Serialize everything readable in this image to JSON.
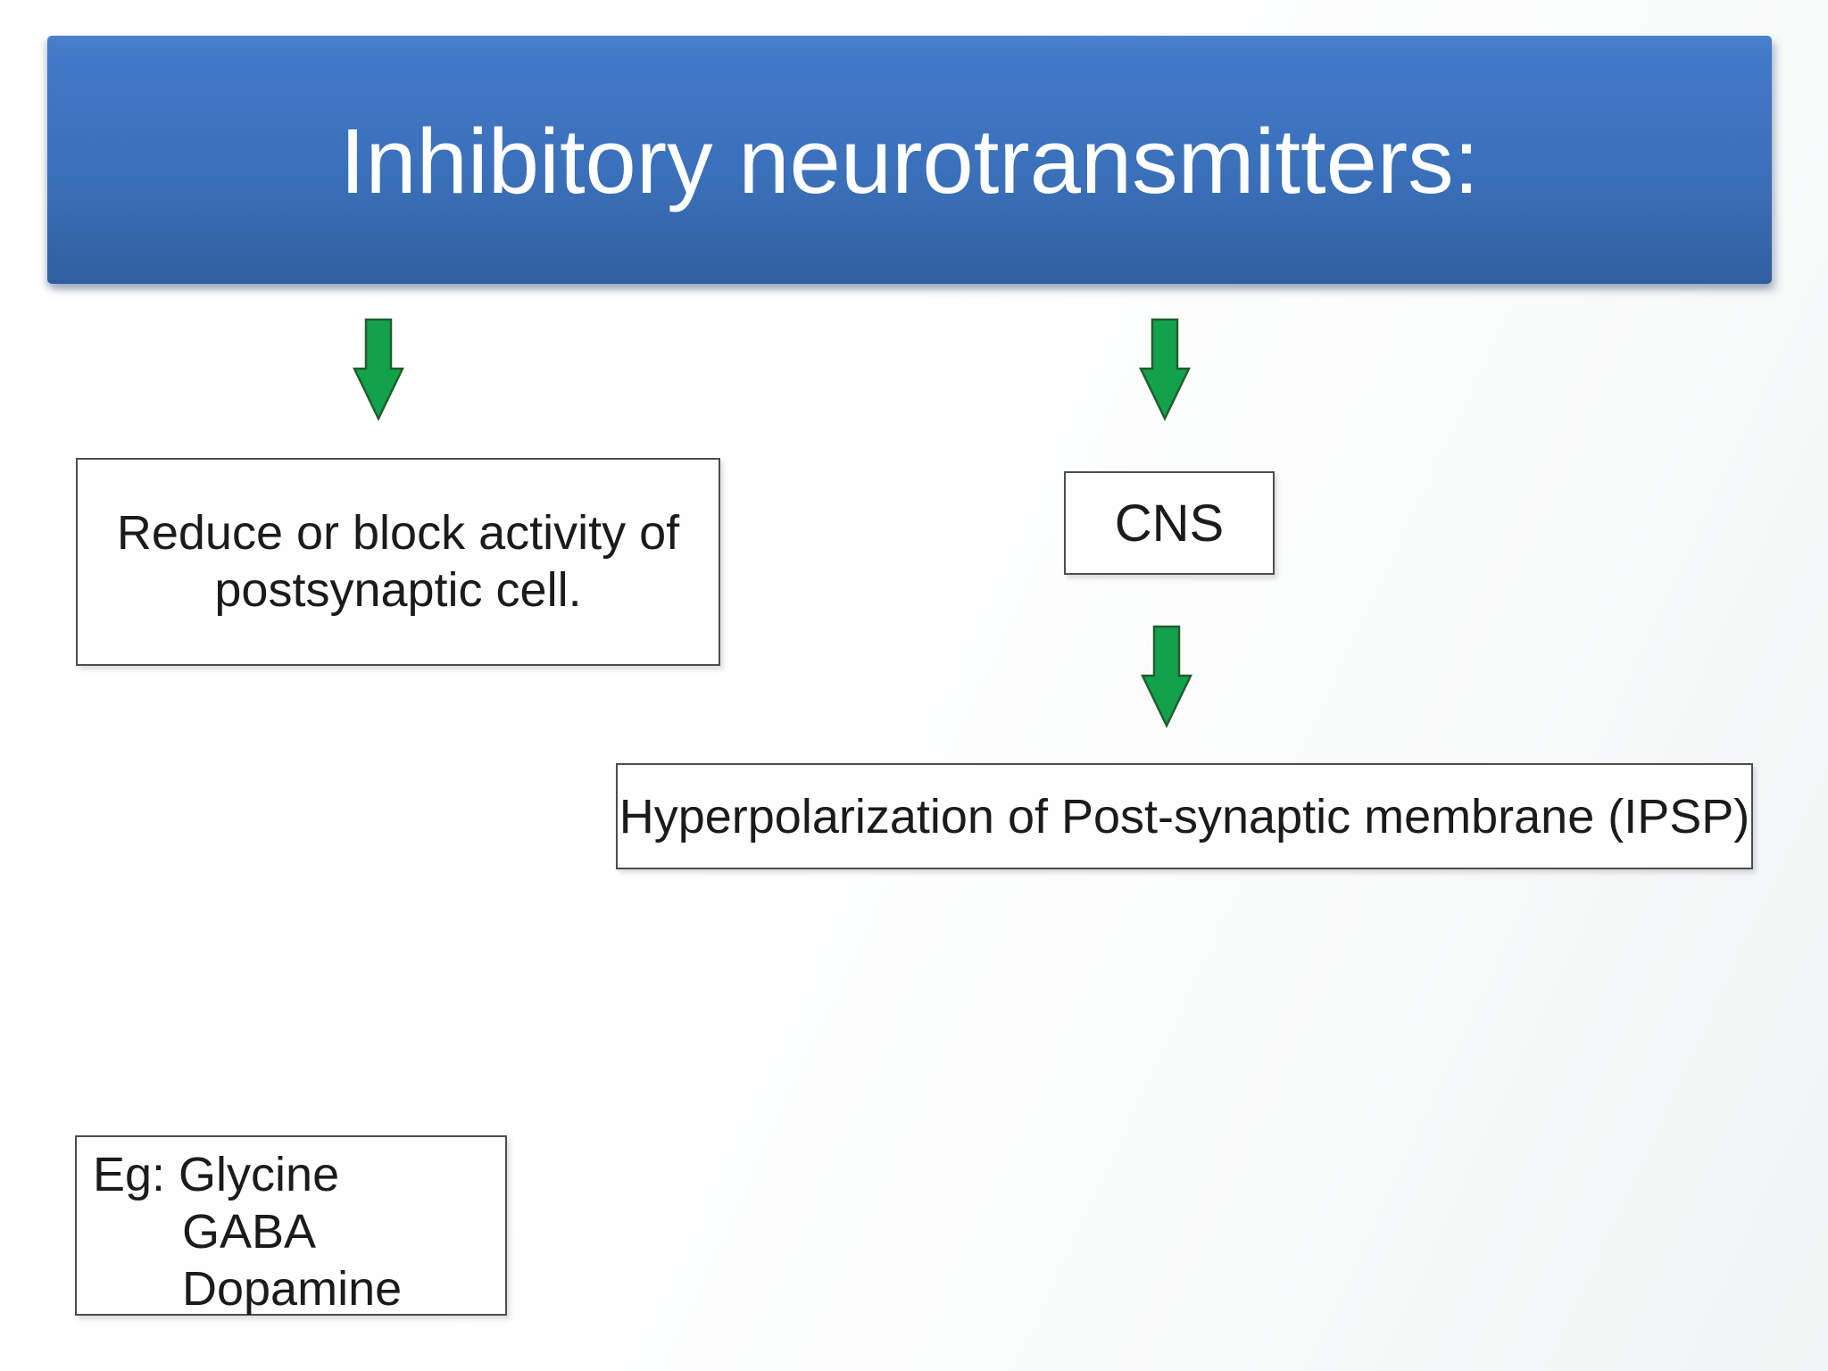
{
  "slide": {
    "title": "Inhibitory neurotransmitters:"
  },
  "diagram": {
    "reduce_box": {
      "text": "Reduce or block activity of postsynaptic cell."
    },
    "cns_box": {
      "text": "CNS"
    },
    "ipsp_box": {
      "text": "Hyperpolarization of Post-synaptic membrane (IPSP)"
    },
    "examples_box": {
      "line1": "Eg: Glycine",
      "line2": "GABA",
      "line3": "Dopamine"
    },
    "arrow_icon": "green-down-arrow-icon",
    "arrow_count": 3
  },
  "colors": {
    "banner_top": "#4279C8",
    "banner_bottom": "#2F5F9E",
    "title_text": "#FFFFFF",
    "arrow_fill": "#12A24B",
    "arrow_stroke": "#215D2F",
    "box_border": "#4D4D4D",
    "box_background": "#FEFEFE",
    "body_text": "#1B1B1B",
    "slide_background": "#F1F3F4"
  }
}
